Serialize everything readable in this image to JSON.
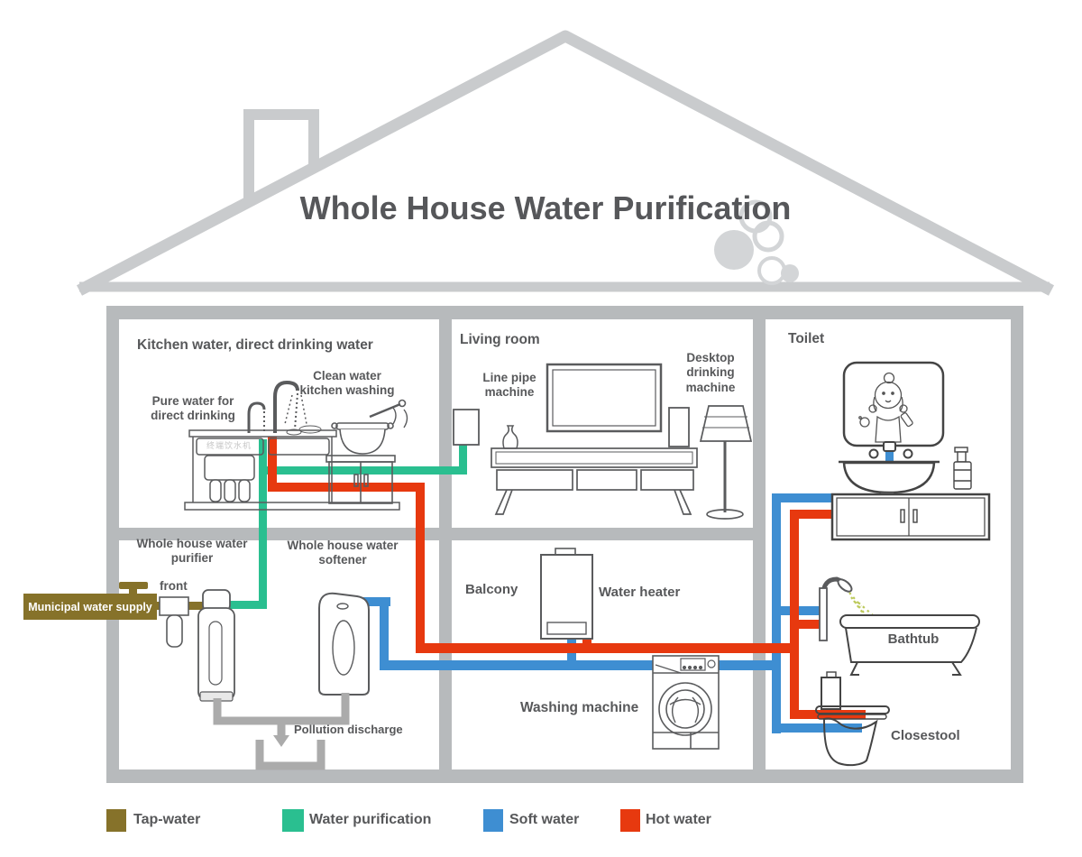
{
  "title": "Whole House Water Purification",
  "rooms": {
    "kitchen": {
      "title": "Kitchen water, direct drinking water",
      "pure_water_label": [
        "Pure water for",
        "direct drinking"
      ],
      "clean_water_label": [
        "Clean water",
        "kitchen washing"
      ],
      "under_sink_unit_cn": "终端饮水机"
    },
    "living": {
      "title": "Living room",
      "line_pipe_label": [
        "Line pipe",
        "machine"
      ],
      "desktop_label": [
        "Desktop",
        "drinking",
        "machine"
      ]
    },
    "toilet": {
      "title": "Toilet",
      "bathtub_label": "Bathtub",
      "closestool_label": "Closestool"
    },
    "utility": {
      "purifier_label": [
        "Whole house water",
        "purifier"
      ],
      "front_label": "front",
      "softener_label": [
        "Whole house water",
        "softener"
      ],
      "municipal_label": "Municipal water supply",
      "pollution_label": "Pollution discharge"
    },
    "balcony": {
      "title": "Balcony",
      "water_heater_label": "Water heater",
      "washing_machine_label": "Washing machine"
    }
  },
  "legend": {
    "items": [
      {
        "label": "Tap-water",
        "color": "#86722a"
      },
      {
        "label": "Water purification",
        "color": "#2abf90"
      },
      {
        "label": "Soft water",
        "color": "#3e8ed2"
      },
      {
        "label": "Hot water",
        "color": "#e7390f"
      }
    ]
  },
  "colors": {
    "tap_water": "#86722a",
    "purified": "#2abf90",
    "soft": "#3e8ed2",
    "hot": "#e7390f",
    "wall": "#b7babc",
    "roof": "#c9cbcd",
    "discharge": "#ababab",
    "text": "#57585a"
  }
}
